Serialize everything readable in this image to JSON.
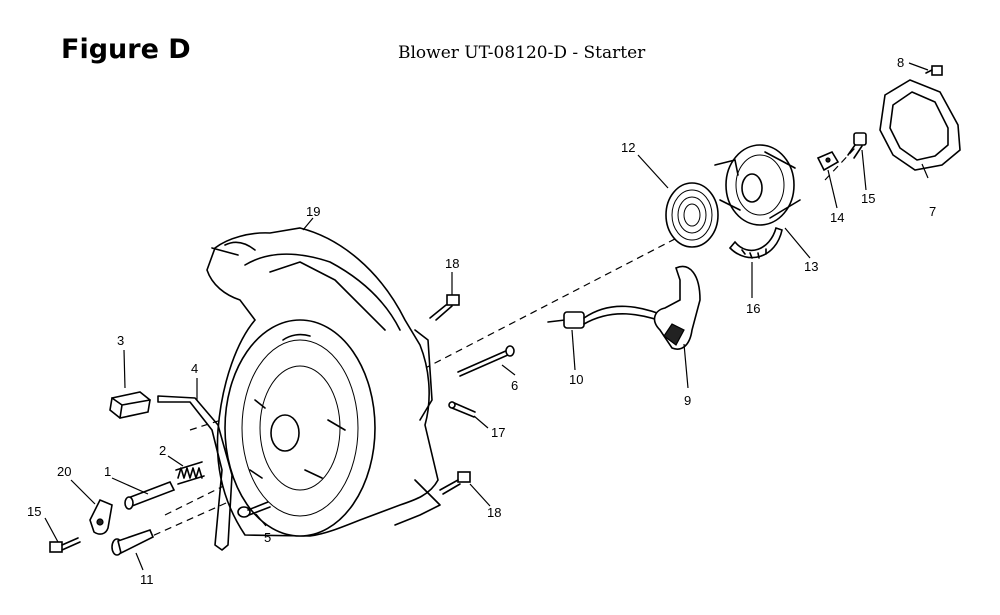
{
  "header": {
    "figure_label": "Figure D",
    "diagram_title": "Blower UT-08120-D - Starter"
  },
  "callouts": [
    "1",
    "2",
    "3",
    "4",
    "5",
    "6",
    "7",
    "8",
    "9",
    "10",
    "11",
    "12",
    "13",
    "14",
    "15",
    "15",
    "16",
    "17",
    "18",
    "18",
    "19",
    "20"
  ]
}
